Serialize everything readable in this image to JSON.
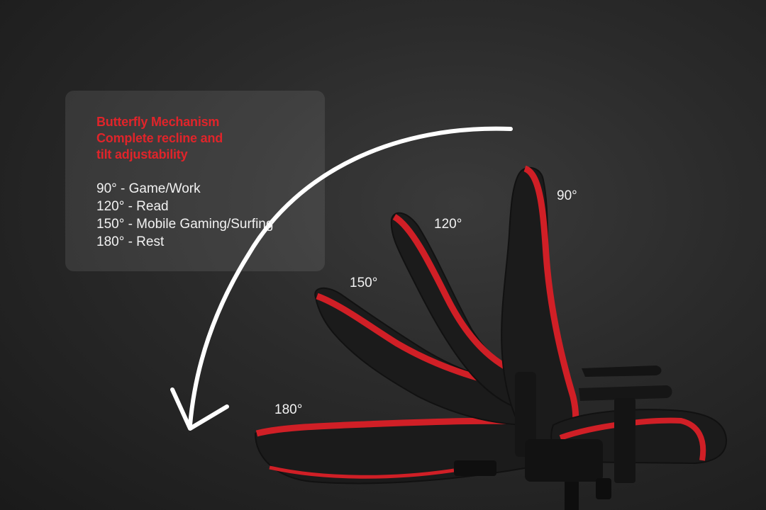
{
  "panel": {
    "heading": [
      "Butterfly Mechanism",
      "Complete recline and",
      "tilt adjustability"
    ],
    "positions": [
      "90° - Game/Work",
      "120° - Read",
      "150° - Mobile Gaming/Surfing",
      "180° - Rest"
    ]
  },
  "angle_labels": {
    "a90": "90°",
    "a120": "120°",
    "a150": "150°",
    "a180": "180°"
  },
  "colors": {
    "accent_red": "#e0242a",
    "background": "#2a2a2a",
    "chair_black": "#1b1b1b"
  }
}
